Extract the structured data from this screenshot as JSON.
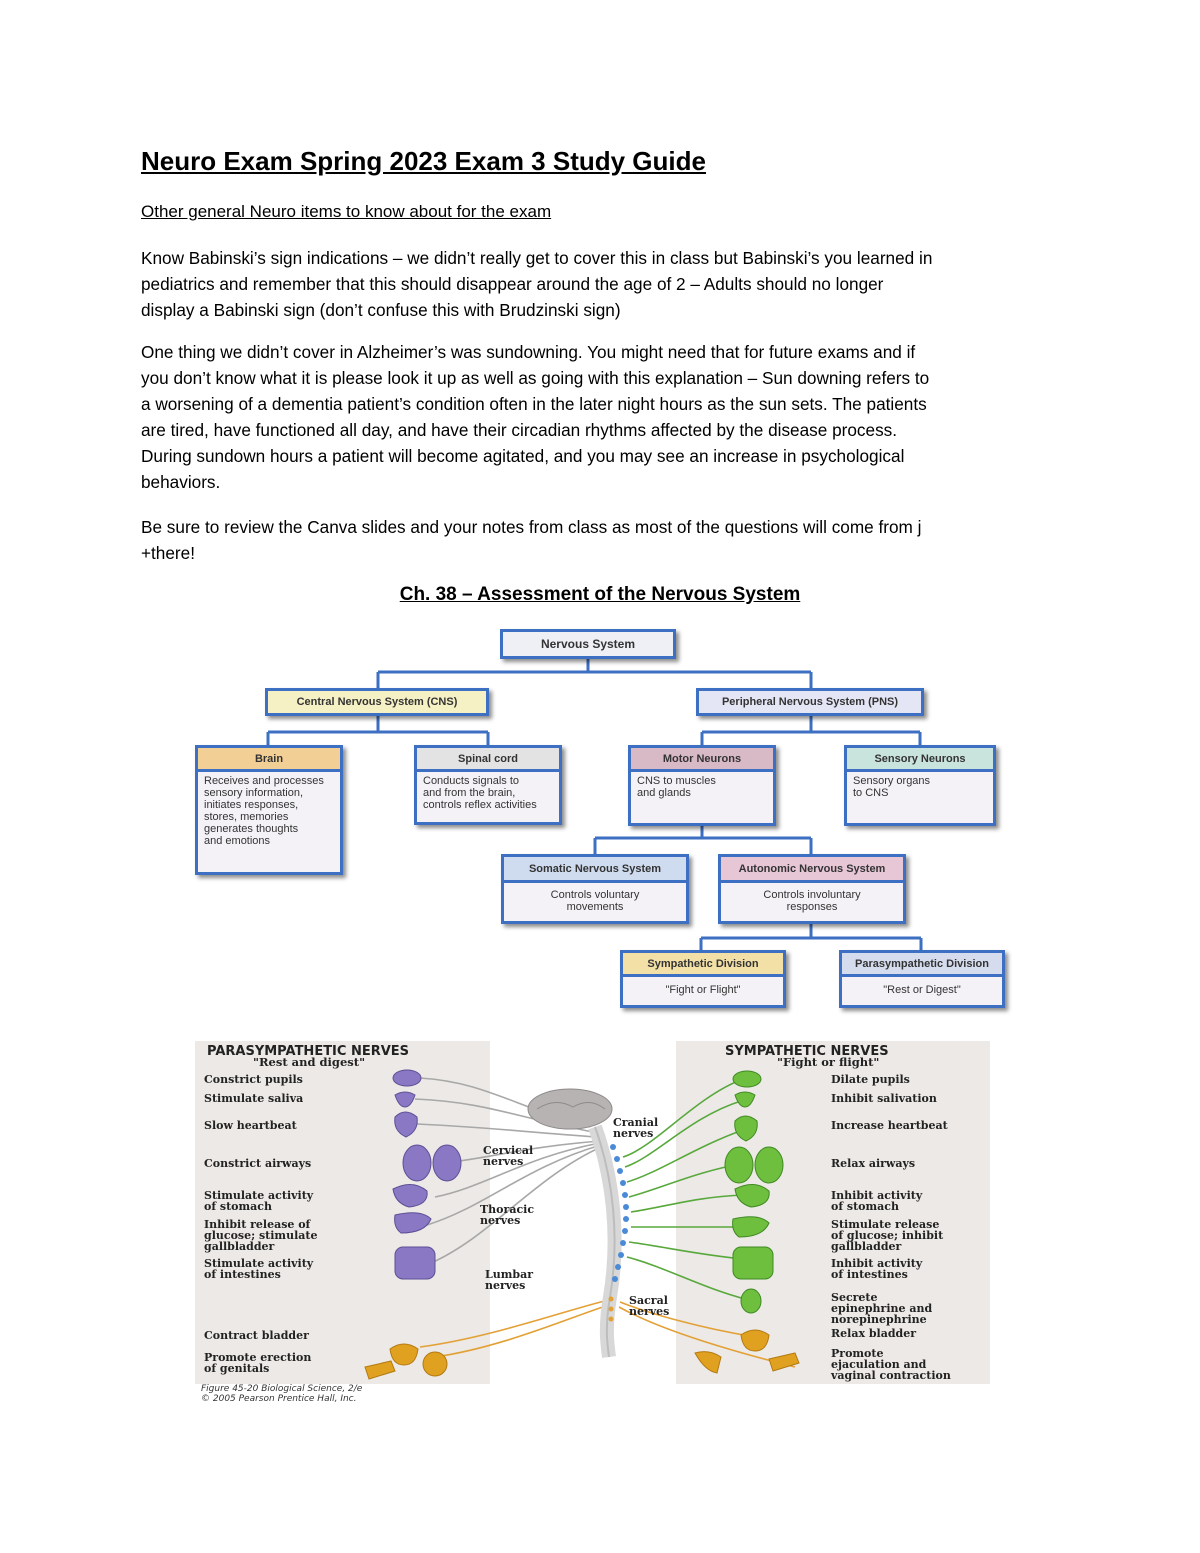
{
  "title": "Neuro Exam Spring 2023 Exam 3 Study Guide",
  "subheading": "Other general Neuro items to know about for the exam",
  "paragraphs": [
    [
      "Know Babinski’s sign indications – we didn’t really get to cover this in class but Babinski’s you learned in",
      "pediatrics and remember that this should disappear around the age of 2 – Adults should no longer",
      "display a Babinski sign (don’t confuse this with Brudzinski sign)"
    ],
    [
      "One thing we didn’t cover in Alzheimer’s was sundowning. You might need that for future exams and if",
      "you don’t know what it is please look it up as well as going with this explanation – Sun downing refers to",
      "a worsening of a dementia patient’s condition often in the later night hours as the sun sets. The patients",
      "are tired, have functioned all day, and have their circadian rhythms affected by the disease process.",
      "During sundown hours a patient will become agitated, and you may see an increase in psychological",
      "behaviors."
    ],
    [
      "Be sure to review the Canva slides and your notes from class as most of the questions will come from j",
      "+there!"
    ]
  ],
  "chapter_heading": "Ch. 38 – Assessment of the Nervous System",
  "diagram": {
    "root": "Nervous System",
    "cns": "Central Nervous System (CNS)",
    "pns": "Peripheral Nervous System (PNS)",
    "brain": {
      "head": "Brain",
      "body": [
        "Receives and processes",
        "sensory information,",
        "initiates responses,",
        "stores, memories",
        "generates thoughts",
        "and emotions"
      ]
    },
    "spinal": {
      "head": "Spinal cord",
      "body": [
        "Conducts signals to",
        "and from the brain,",
        "controls reflex activities"
      ]
    },
    "motor": {
      "head": "Motor Neurons",
      "body": [
        "CNS to muscles",
        "and glands"
      ]
    },
    "sensory": {
      "head": "Sensory Neurons",
      "body": [
        "Sensory organs",
        "to CNS"
      ]
    },
    "somatic": {
      "head": "Somatic Nervous System",
      "body": [
        "Controls voluntary",
        "movements"
      ]
    },
    "autonomic": {
      "head": "Autonomic Nervous System",
      "body": [
        "Controls involuntary",
        "responses"
      ]
    },
    "sympathetic": {
      "head": "Sympathetic Division",
      "body": [
        "\"Fight or Flight\""
      ]
    },
    "parasympathetic": {
      "head": "Parasympathetic Division",
      "body": [
        "\"Rest or Digest\""
      ]
    },
    "colors": {
      "border": "#3d6fc3",
      "cns_fill": "#f6f1c4",
      "pns_fill": "#e4e6f6",
      "brain_head": "#f2cf94",
      "spinal_head": "#e3e3e3",
      "motor_head": "#d8b9c6",
      "sensory_head": "#c9e3dd",
      "somatic_head": "#cfdcef",
      "autonomic_head": "#e7c6d6",
      "sympathetic_head": "#f2e0a6",
      "parasympathetic_head": "#d5dced",
      "body_fill": "#f4f2f7"
    }
  },
  "figure": {
    "para_title": "PARASYMPATHETIC NERVES",
    "para_sub": "\"Rest and digest\"",
    "symp_title": "SYMPATHETIC NERVES",
    "symp_sub": "\"Fight or flight\"",
    "para_labels": [
      [
        "Constrict pupils"
      ],
      [
        "Stimulate saliva"
      ],
      [
        "Slow heartbeat"
      ],
      [
        "Constrict airways"
      ],
      [
        "Stimulate activity",
        "of stomach"
      ],
      [
        "Inhibit release of",
        "glucose; stimulate",
        "gallbladder"
      ],
      [
        "Stimulate activity",
        "of intestines"
      ],
      [
        "Contract bladder"
      ],
      [
        "Promote erection",
        "of genitals"
      ]
    ],
    "symp_labels": [
      [
        "Dilate pupils"
      ],
      [
        "Inhibit salivation"
      ],
      [
        "Increase heartbeat"
      ],
      [
        "Relax airways"
      ],
      [
        "Inhibit activity",
        "of stomach"
      ],
      [
        "Stimulate release",
        "of glucose; inhibit",
        "gallbladder"
      ],
      [
        "Inhibit activity",
        "of intestines"
      ],
      [
        "Secrete",
        "epinephrine and",
        "norepinephrine"
      ],
      [
        "Relax bladder"
      ],
      [
        "Promote",
        "ejaculation and",
        "vaginal contraction"
      ]
    ],
    "nerve_labels": {
      "cranial": [
        "Cranial",
        "nerves"
      ],
      "cervical": [
        "Cervical",
        "nerves"
      ],
      "thoracic": [
        "Thoracic",
        "nerves"
      ],
      "lumbar": [
        "Lumbar",
        "nerves"
      ],
      "sacral": [
        "Sacral",
        "nerves"
      ]
    },
    "credit": [
      "Figure 45-20  Biological Science, 2/e",
      "© 2005 Pearson Prentice Hall, Inc."
    ],
    "colors": {
      "panel": "#ece9e6",
      "para_organ": "#8a78c4",
      "symp_organ": "#6fbf3f",
      "bladder": "#e0a020",
      "para_nerve": "#a8a8a8",
      "symp_nerve": "#58a83c",
      "sacral_nerve": "#e3a035",
      "spine_ganglia": "#4a8ad6"
    }
  }
}
